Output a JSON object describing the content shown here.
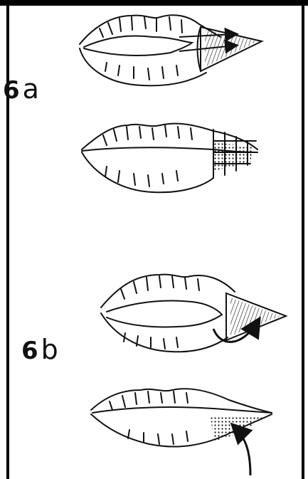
{
  "figure": {
    "label_6a_number": "6",
    "label_6a_letter": "a",
    "label_6b_number": "6",
    "label_6b_letter": "b"
  },
  "colors": {
    "ink": "#111111",
    "frame": "#000000",
    "background": "#ffffff"
  },
  "icons": [
    "lip-sketch-6a-top",
    "lip-sketch-6a-bottom",
    "lip-sketch-6b-top",
    "lip-sketch-6b-bottom",
    "curved-arrow-icon"
  ]
}
